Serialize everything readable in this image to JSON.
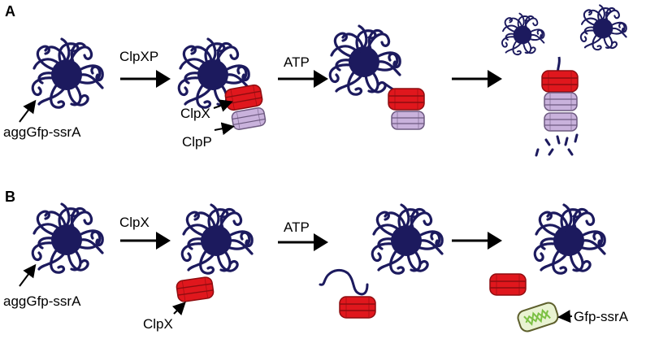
{
  "colors": {
    "aggregate": "#1c1a5e",
    "clpx_red": "#e0171d",
    "clpx_red_dark": "#8e0d10",
    "clpp_purple": "#c9b2dc",
    "clpp_purple_dark": "#6d5a80",
    "gfp_green": "#7bc043",
    "gfp_border": "#5d5f2c",
    "gfp_fill": "#e9f3d2",
    "arrow": "#000000"
  },
  "panel_a": {
    "letter": "A",
    "substrate_label": "aggGfp-ssrA",
    "step1_label": "ClpXP",
    "step2_label": "ATP",
    "clpx_label": "ClpX",
    "clpp_label": "ClpP"
  },
  "panel_b": {
    "letter": "B",
    "substrate_label": "aggGfp-ssrA",
    "step1_label": "ClpX",
    "step2_label": "ATP",
    "clpx_label": "ClpX",
    "product_label": "Gfp-ssrA"
  },
  "icons": [
    "aggregate-icon",
    "clpx-ring-icon",
    "clpp-ring-icon",
    "gfp-barrel-icon",
    "process-arrow-icon"
  ]
}
